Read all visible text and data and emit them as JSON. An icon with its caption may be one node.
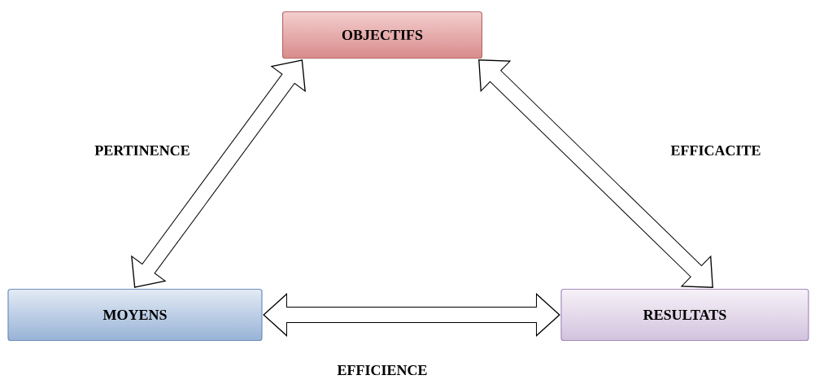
{
  "diagram": {
    "nodes": [
      {
        "text": [
          "OBJECTIFS"
        ]
      },
      {
        "text": [
          "MOYENS"
        ]
      },
      {
        "text": [
          "RESULTATS"
        ]
      }
    ],
    "edges": [
      {
        "from": 1,
        "to": 0,
        "arrow": "both",
        "label": "PERTINENCE"
      },
      {
        "from": 2,
        "to": 0,
        "arrow": "both",
        "label": "EFFICACITE"
      },
      {
        "from": 1,
        "to": 2,
        "arrow": "both",
        "label": "EFFICIENCE"
      }
    ]
  }
}
